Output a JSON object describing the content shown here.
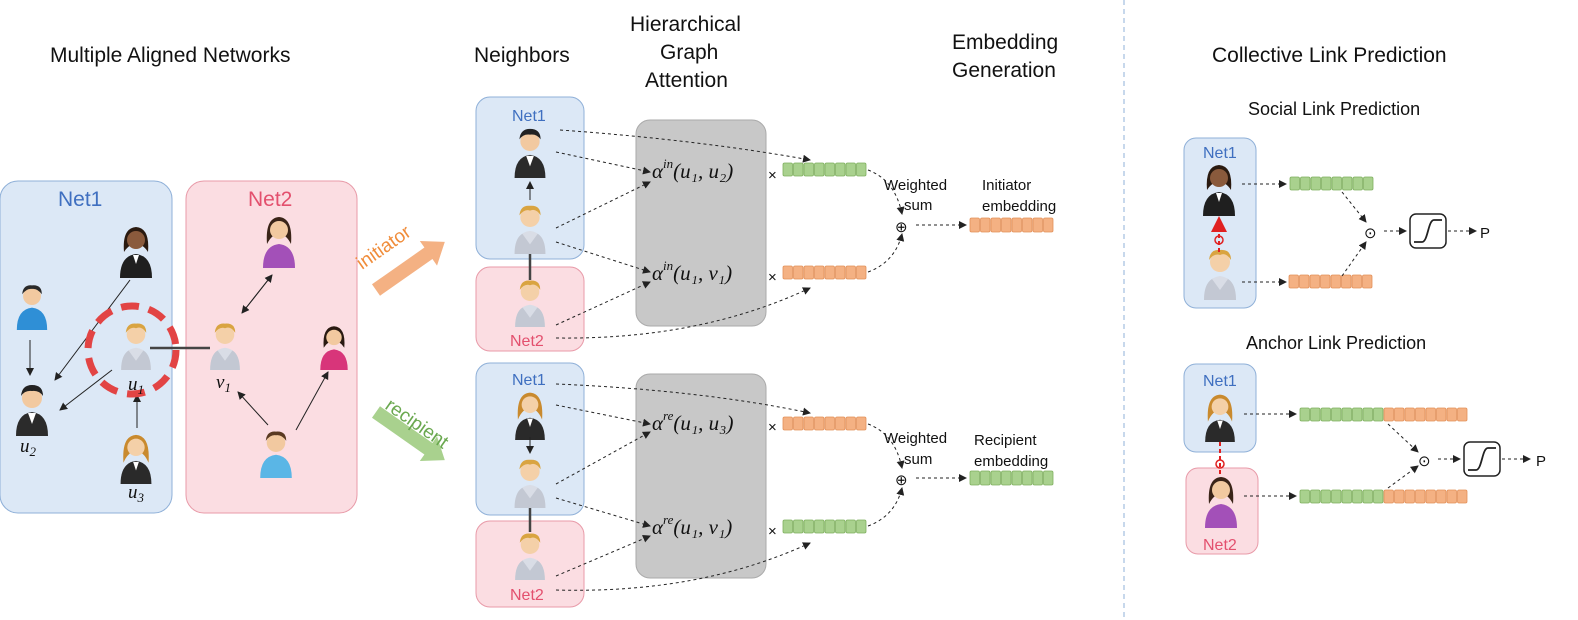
{
  "panels": {
    "left_title": "Multiple Aligned Networks",
    "neighbors_title": "Neighbors",
    "attention_title": [
      "Hierarchical",
      "Graph",
      "Attention"
    ],
    "embedding_title": [
      "Embedding",
      "Generation"
    ],
    "right_title": "Collective Link Prediction",
    "social_title": "Social Link Prediction",
    "anchor_title": "Anchor Link Prediction"
  },
  "networks": {
    "net1": "Net1",
    "net2": "Net2"
  },
  "node_labels": {
    "u1": "u",
    "u1_sub": "1",
    "u2": "u",
    "u2_sub": "2",
    "u3": "u",
    "u3_sub": "3",
    "v1": "v",
    "v1_sub": "1"
  },
  "arrows": {
    "initiator": "initiator",
    "recipient": "recipient"
  },
  "attention_terms": {
    "in_u1_u2": "α",
    "in_sup": "in",
    "in_u1_u2_args": "(u₁, u₂)",
    "in_u1_v1_args": "(u₁, v₁)",
    "re_sup": "re",
    "re_u1_u3_args": "(u₁, u₃)",
    "re_u1_v1_args": "(u₁, v₁)",
    "times": "×"
  },
  "embedding": {
    "weighted": "Weighted",
    "sum": "sum",
    "initiator_embedding": [
      "Initiator",
      "embedding"
    ],
    "recipient_embedding": [
      "Recipient",
      "embedding"
    ],
    "oplus": "⊕"
  },
  "prediction": {
    "odot": "⊙",
    "output": "P"
  },
  "colors": {
    "net1_fill": "#dce8f6",
    "net1_stroke": "#8fb0d8",
    "net2_fill": "#fbdde2",
    "net2_stroke": "#e89aa8",
    "attention_fill": "#c8c8c8",
    "green_cell": "#a9d18e",
    "orange_cell": "#f4b183",
    "initiator_arrow": "#f4b183",
    "recipient_arrow": "#a9d18e",
    "anchor_dash": "#e02020"
  }
}
